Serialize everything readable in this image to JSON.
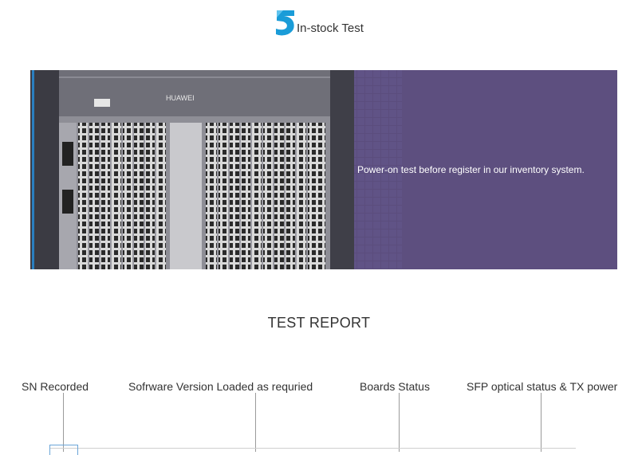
{
  "header": {
    "logo_icon": "s-logo-icon",
    "title": "In-stock Test",
    "brand_color": "#1a9cd8"
  },
  "banner": {
    "image": "olt-rack-equipment",
    "chassis_brand": "HUAWEI",
    "caption": "Power-on test before register in our inventory system.",
    "overlay_color": "#5d4f7f"
  },
  "report": {
    "title": "TEST REPORT",
    "steps": [
      {
        "label": "SN Recorded"
      },
      {
        "label": "Sofrware Version Loaded as requried"
      },
      {
        "label": "Boards Status"
      },
      {
        "label": "SFP optical status & TX power"
      }
    ]
  }
}
